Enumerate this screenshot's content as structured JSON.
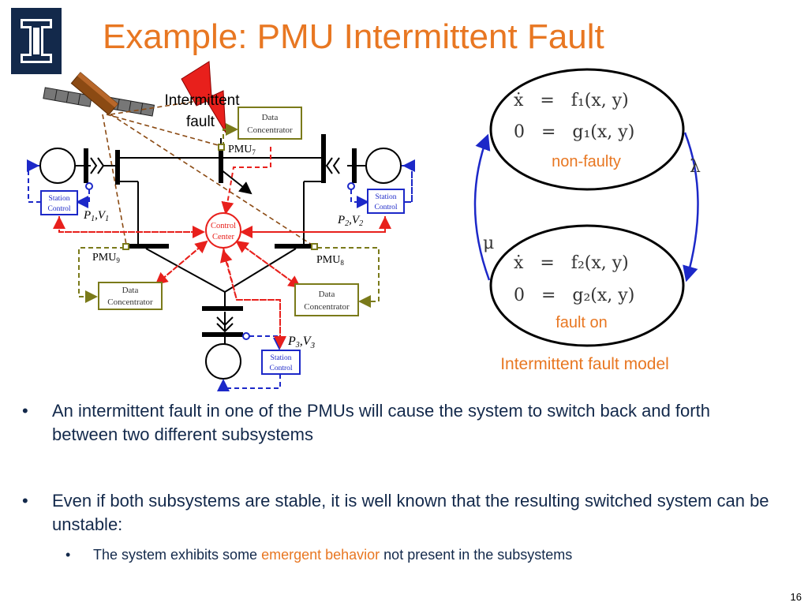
{
  "slide": {
    "title": "Example: PMU Intermittent Fault",
    "page_number": "16"
  },
  "diagram": {
    "intermittent_label_1": "Intermittent",
    "intermittent_label_2": "fault",
    "dc_label_1": "Data",
    "dc_label_2": "Concentrator",
    "sc_label_1": "Station",
    "sc_label_2": "Control",
    "cc_label_1": "Control",
    "cc_label_2": "Center",
    "pmu_prefix": "PMU",
    "pmu_sub_7": "7",
    "pmu_sub_9": "9",
    "pmu_sub_8": "8",
    "p_letter": "P",
    "v_letter": "V",
    "comma": ",",
    "sub_1": "1",
    "sub_2": "2",
    "sub_3": "3"
  },
  "model": {
    "nonfaulty_label": "non-faulty",
    "fault_label": "fault on",
    "caption": "Intermittent fault model",
    "lambda": "λ",
    "mu": "μ",
    "eq_top_1": "ẋ   =   f₁(x, y)",
    "eq_top_2": "0   =   g₁(x, y)",
    "eq_bottom_1": "ẋ   =   f₂(x, y)",
    "eq_bottom_2": "0   =   g₂(x, y)"
  },
  "bullets": {
    "b1": "An intermittent fault in one of the PMUs will cause the system to switch back and forth between two different subsystems",
    "b2": "Even if both subsystems are stable, it is well known that the resulting switched system can be unstable:",
    "sub_prefix": "The system exhibits some ",
    "sub_highlight": "emergent behavior",
    "sub_suffix": " not present in the subsystems",
    "bullet_char": "•"
  },
  "colors": {
    "title_orange": "#e87722",
    "navy": "#13294b",
    "red_dashed": "#e8201c",
    "blue_dashed": "#1c28c8",
    "olive": "#7a7a1a",
    "brown_dashed": "#8b4a13"
  }
}
